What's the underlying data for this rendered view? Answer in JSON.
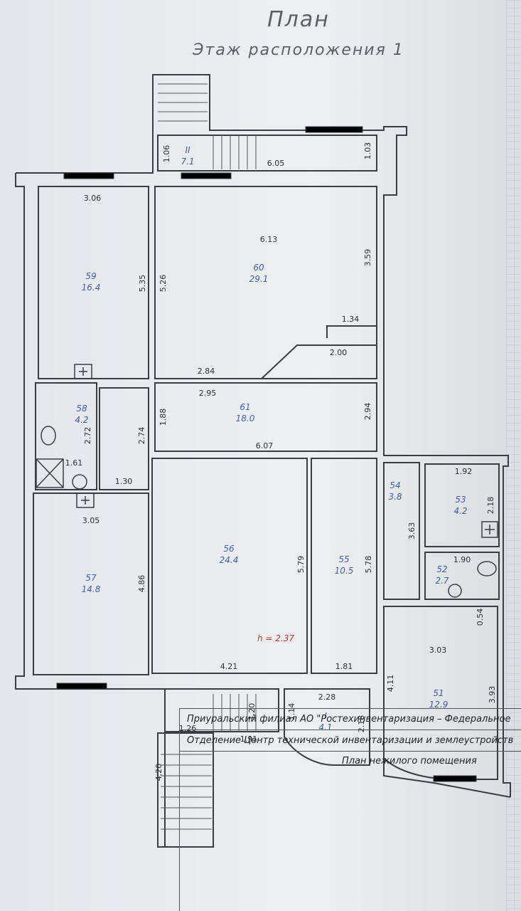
{
  "header": {
    "title": "План",
    "subtitle": "Этаж расположения 1"
  },
  "rooms": [
    {
      "id": "59",
      "area": "16.4"
    },
    {
      "id": "60",
      "area": "29.1"
    },
    {
      "id": "58",
      "area": "4.2"
    },
    {
      "id": "61",
      "area": "18.0"
    },
    {
      "id": "57",
      "area": "14.8"
    },
    {
      "id": "56",
      "area": "24.4"
    },
    {
      "id": "55",
      "area": "10.5"
    },
    {
      "id": "54",
      "area": "3.8"
    },
    {
      "id": "53",
      "area": "4.2"
    },
    {
      "id": "52",
      "area": "2.7"
    },
    {
      "id": "51",
      "area": "12.9"
    },
    {
      "id": "I",
      "area": "4.1"
    },
    {
      "id": "II",
      "area": "7.1"
    }
  ],
  "dimensions": {
    "d306": "3.06",
    "d535": "5.35",
    "d526": "5.26",
    "d613": "6.13",
    "d359": "3.59",
    "d134": "1.34",
    "d284": "2.84",
    "d200": "2.00",
    "d295": "2.95",
    "d294": "2.94",
    "d188": "1.88",
    "d607": "6.07",
    "d272": "2.72",
    "d274": "2.74",
    "d161": "1.61",
    "d130": "1.30",
    "d305": "3.05",
    "d486": "4.86",
    "d579": "5.79",
    "d578": "5.78",
    "d421": "4.21",
    "d181": "1.81",
    "d192": "1.92",
    "d218a": "2.18",
    "d363": "3.63",
    "d190": "1.90",
    "d054": "0.54",
    "d303": "3.03",
    "d411": "4.11",
    "d393": "3.93",
    "d228": "2.28",
    "d218b": "2.18",
    "d114": "1.14",
    "d120": "1.20",
    "d126": "1.26",
    "d191": "1.91",
    "d420": "4.20",
    "d106": "1.06",
    "d605": "6.05",
    "d103": "1.03"
  },
  "height_note": "h = 2.37",
  "stamp": {
    "line1": "Приуральский филиал АО \"Ростехинвентаризация – Федеральное",
    "line2": "Отделение Центр технической инвентаризации и землеустройств",
    "line3": "План нежилого помещения"
  }
}
